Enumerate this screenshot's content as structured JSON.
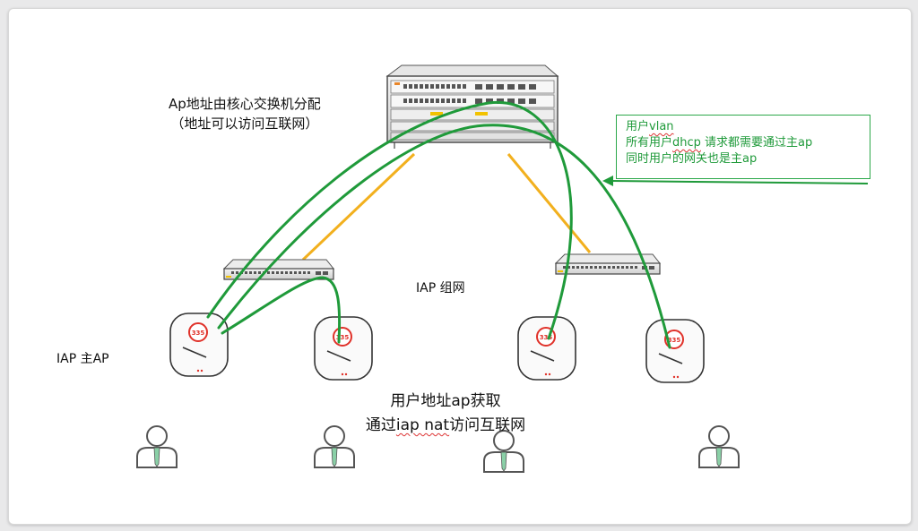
{
  "labels": {
    "core_line1": "Ap地址由核心交换机分配",
    "core_line2": "（地址可以访问互联网）",
    "iap_network": "IAP 组网",
    "iap_master": "IAP 主AP",
    "user_addr_line1": "用户地址ap获取",
    "user_addr_line2_a": "通过",
    "user_addr_line2_b": "iap nat",
    "user_addr_line2_c": "访问互联网"
  },
  "note": {
    "line1_a": "用户",
    "line1_b": "vlan",
    "line2_a": "所有用户",
    "line2_b": "dhcp",
    "line2_c": " 请求都需要通过主ap",
    "line3": "同时用户的网关也是主ap"
  },
  "ap_badge": "335",
  "colors": {
    "tunnel": "#1f9a3a",
    "uplink": "#f2b01e",
    "note_border": "#2ca84a",
    "badge_red": "#e0322a"
  },
  "icons": [
    "core-switch-icon",
    "access-switch-icon",
    "access-point-icon",
    "user-person-icon",
    "arrow-left-icon"
  ]
}
